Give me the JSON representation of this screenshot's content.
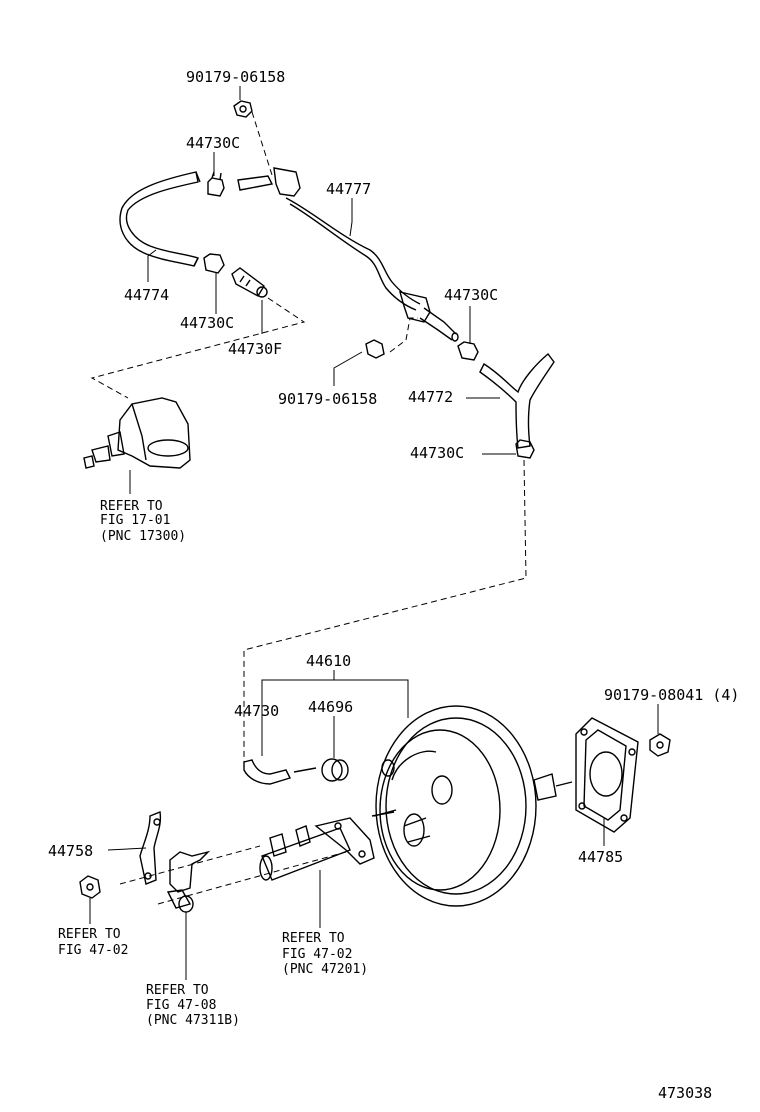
{
  "diagram": {
    "part_labels": {
      "p90179_06158_top": "90179-06158",
      "p44730c_top": "44730C",
      "p44777": "44777",
      "p44774": "44774",
      "p44730c_mid": "44730C",
      "p44730f": "44730F",
      "p44730c_right": "44730C",
      "p90179_06158_mid": "90179-06158",
      "p44772": "44772",
      "p44730c_lower": "44730C",
      "p44610": "44610",
      "p44730": "44730",
      "p44696": "44696",
      "p90179_08041": "90179-08041 (4)",
      "p44785": "44785",
      "p44758": "44758"
    },
    "references": {
      "fig17": {
        "line1": "REFER TO",
        "line2": "FIG 17-01",
        "line3": "(PNC 17300)"
      },
      "fig47_02_left": {
        "line1": "REFER TO",
        "line2": "FIG 47-02"
      },
      "fig47_02_center": {
        "line1": "REFER TO",
        "line2": "FIG 47-02",
        "line3": "(PNC 47201)"
      },
      "fig47_08": {
        "line1": "REFER TO",
        "line2": "FIG 47-08",
        "line3": "(PNC 47311B)"
      }
    },
    "figure_number": "473038"
  }
}
